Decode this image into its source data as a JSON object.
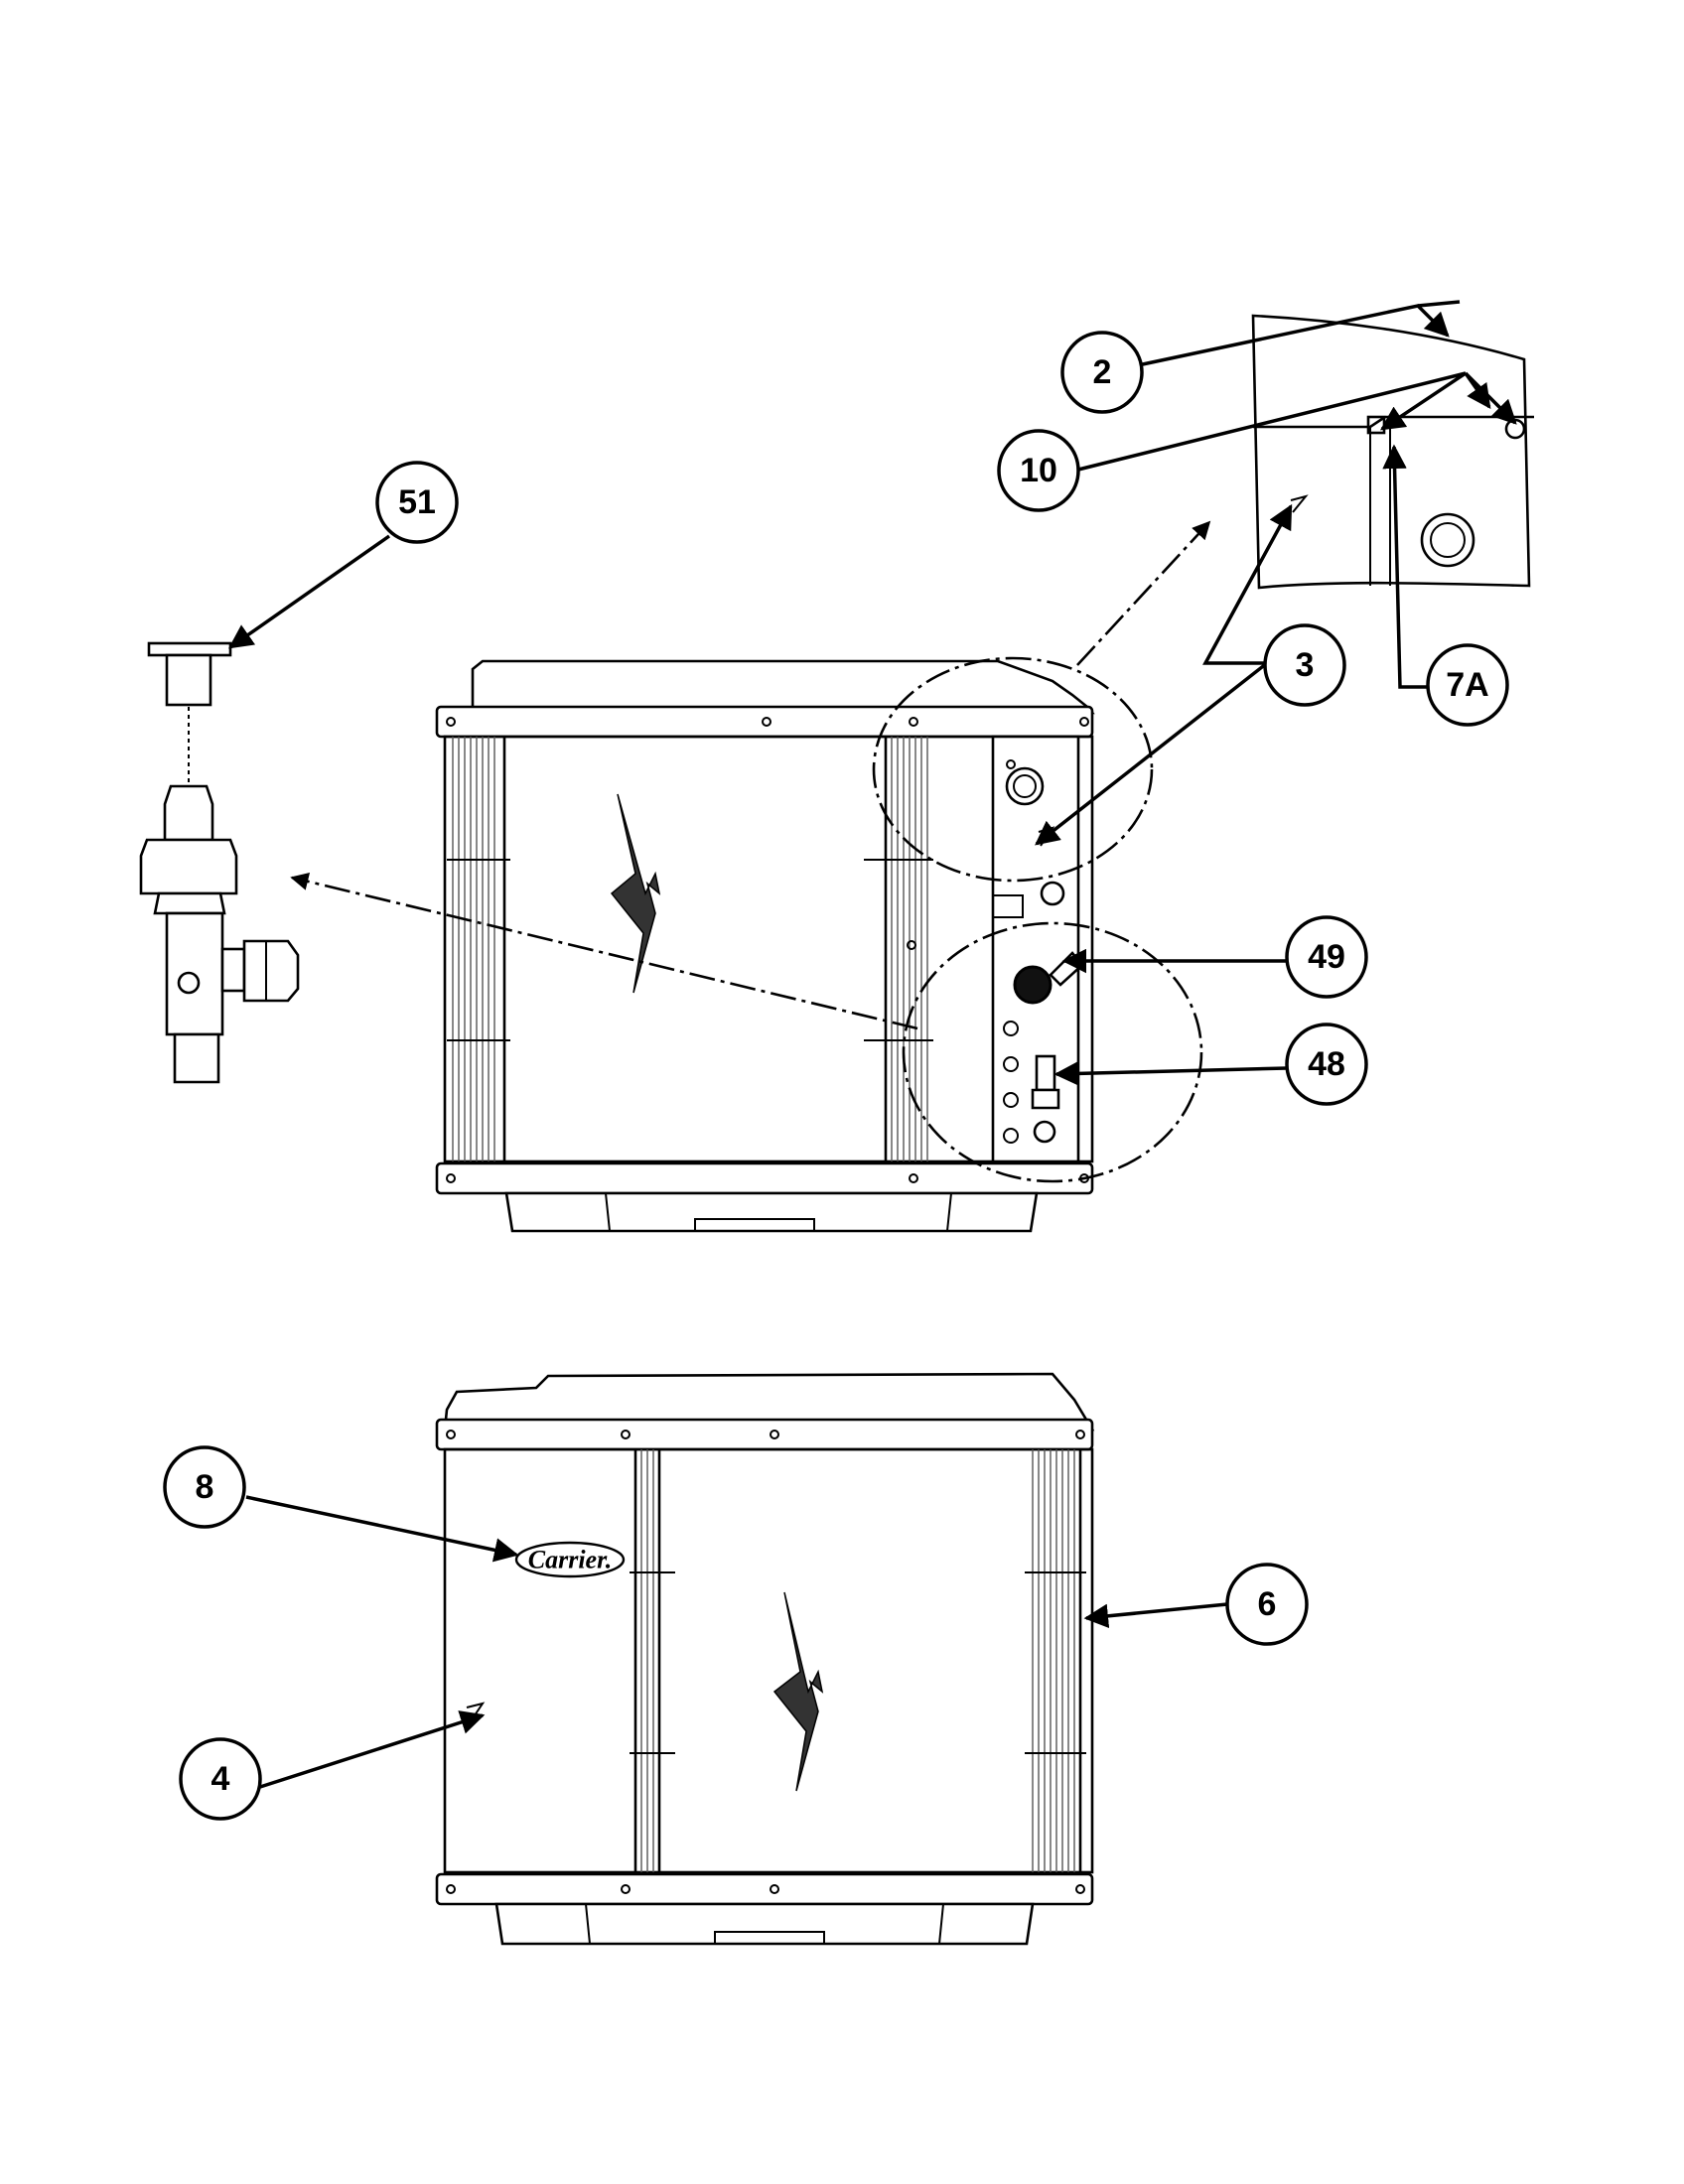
{
  "callouts": [
    {
      "id": "2",
      "label": "2"
    },
    {
      "id": "10",
      "label": "10"
    },
    {
      "id": "51",
      "label": "51"
    },
    {
      "id": "3",
      "label": "3"
    },
    {
      "id": "7A",
      "label": "7A"
    },
    {
      "id": "49",
      "label": "49"
    },
    {
      "id": "48",
      "label": "48"
    },
    {
      "id": "8",
      "label": "8"
    },
    {
      "id": "6",
      "label": "6"
    },
    {
      "id": "4",
      "label": "4"
    }
  ],
  "logo": {
    "text": "Carrier."
  }
}
